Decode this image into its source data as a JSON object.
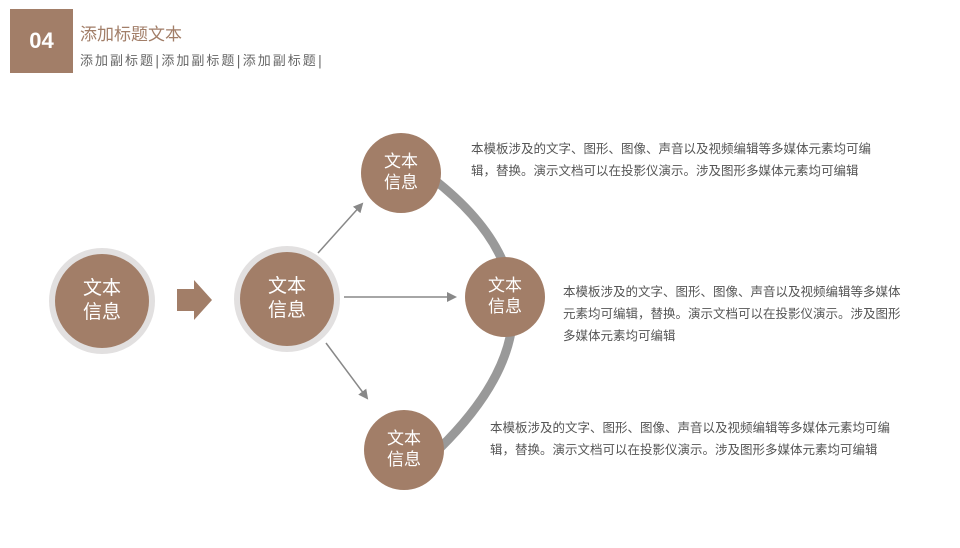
{
  "header": {
    "number": "04",
    "title": "添加标题文本",
    "subtitle": "添加副标题|添加副标题|添加副标题|"
  },
  "nodes": [
    {
      "line1": "文本",
      "line2": "信息"
    },
    {
      "line1": "文本",
      "line2": "信息"
    },
    {
      "line1": "文本",
      "line2": "信息"
    },
    {
      "line1": "文本",
      "line2": "信息"
    },
    {
      "line1": "文本",
      "line2": "信息"
    }
  ],
  "descriptions": [
    {
      "text": "本模板涉及的文字、图形、图像、声音以及视频编辑等多媒体元素均可编辑，替换。演示文档可以在投影仪演示。涉及图形多媒体元素均可编辑"
    },
    {
      "text": "本模板涉及的文字、图形、图像、声音以及视频编辑等多媒体元素均可编辑，替换。演示文档可以在投影仪演示。涉及图形多媒体元素均可编辑"
    },
    {
      "text": "本模板涉及的文字、图形、图像、声音以及视频编辑等多媒体元素均可编辑，替换。演示文档可以在投影仪演示。涉及图形多媒体元素均可编辑"
    }
  ],
  "colors": {
    "accent": "#a27e68",
    "arc": "#999999",
    "ring": "#e2e0e0",
    "arrow": "#888888"
  }
}
